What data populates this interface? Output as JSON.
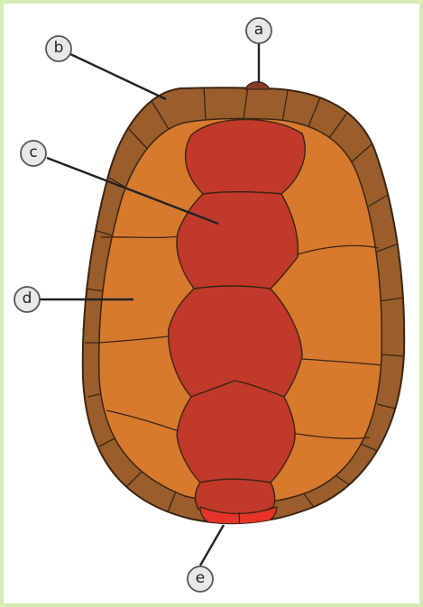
{
  "labels": {
    "a": "a",
    "b": "b",
    "c": "c",
    "d": "d",
    "e": "e"
  },
  "colors": {
    "background": "#d4ecb4",
    "canvas": "#ffffff",
    "marginal": "#9a5e2c",
    "costal": "#d77a2e",
    "vertebral": "#c0392b",
    "nuchal": "#8b3a2a",
    "supracaudal": "#e8332a",
    "outline": "#3a2412",
    "callout-fill": "#e8e8e8"
  }
}
